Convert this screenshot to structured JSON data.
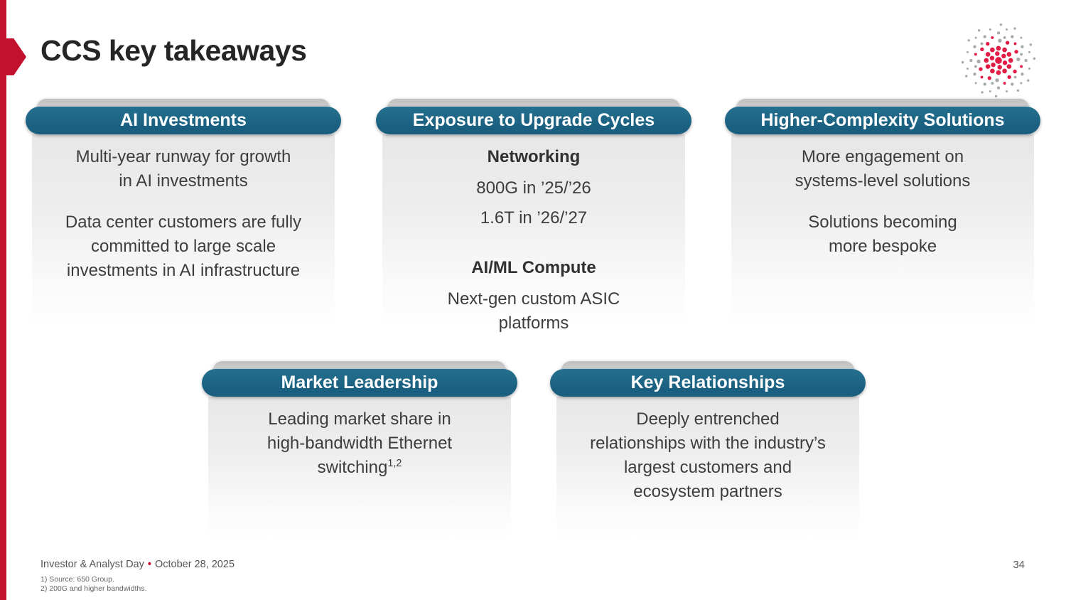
{
  "slide": {
    "title": "CCS key takeaways",
    "page_number": "34"
  },
  "footer": {
    "event": "Investor & Analyst Day",
    "separator": "•",
    "date": "October 28, 2025",
    "footnote1": "1)  Source: 650 Group.",
    "footnote2": "2)  200G and higher bandwidths."
  },
  "cards": {
    "ai_investments": {
      "title": "AI Investments",
      "para1": "Multi-year runway for growth\nin AI investments",
      "para2": "Data center customers are fully\ncommitted to large scale\ninvestments in AI infrastructure"
    },
    "upgrade_cycles": {
      "title": "Exposure to Upgrade Cycles",
      "heading1": "Networking",
      "line1": "800G in ’25/’26",
      "line2": "1.6T in ’26/’27",
      "heading2": "AI/ML Compute",
      "line3": "Next-gen custom ASIC\nplatforms"
    },
    "higher_complexity": {
      "title": "Higher-Complexity Solutions",
      "para1": "More engagement on\nsystems-level solutions",
      "para2": "Solutions becoming\nmore bespoke"
    },
    "market_leadership": {
      "title": "Market Leadership",
      "text": "Leading market share in\nhigh-bandwidth Ethernet\nswitching",
      "superscript": "1,2"
    },
    "key_relationships": {
      "title": "Key Relationships",
      "text": "Deeply entrenched\nrelationships with the industry’s\nlargest customers and\necosystem partners"
    }
  },
  "colors": {
    "accent_red": "#c2112e",
    "teal": "#1a5f80",
    "logo_red": "#e11b44",
    "logo_gray": "#a7a9ac"
  }
}
